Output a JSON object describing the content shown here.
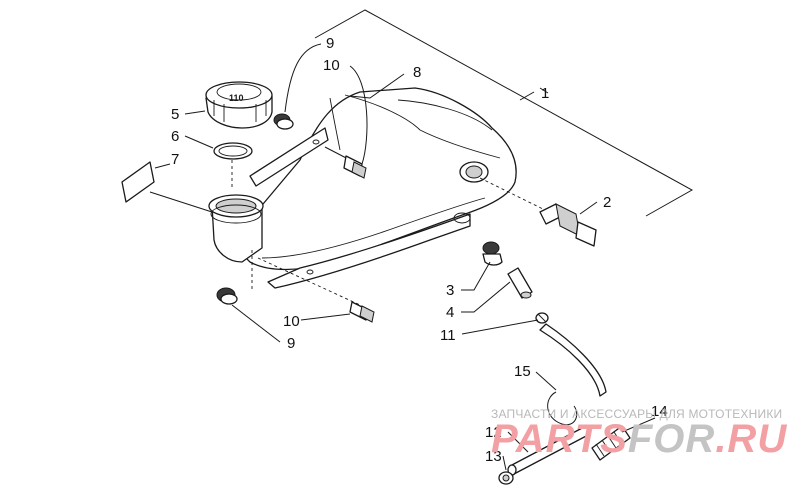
{
  "callouts": [
    {
      "id": "c1",
      "label": "1"
    },
    {
      "id": "c2",
      "label": "2"
    },
    {
      "id": "c3",
      "label": "3"
    },
    {
      "id": "c4",
      "label": "4"
    },
    {
      "id": "c5",
      "label": "5"
    },
    {
      "id": "c6",
      "label": "6"
    },
    {
      "id": "c7",
      "label": "7"
    },
    {
      "id": "c8",
      "label": "8"
    },
    {
      "id": "c9a",
      "label": "9"
    },
    {
      "id": "c9b",
      "label": "9"
    },
    {
      "id": "c10a",
      "label": "10"
    },
    {
      "id": "c10b",
      "label": "10"
    },
    {
      "id": "c11",
      "label": "11"
    },
    {
      "id": "c12",
      "label": "12"
    },
    {
      "id": "c13",
      "label": "13"
    },
    {
      "id": "c14",
      "label": "14"
    },
    {
      "id": "c15",
      "label": "15"
    }
  ],
  "cap_marking": "110",
  "watermark": {
    "tagline": "ЗАПЧАСТИ И АКСЕССУАРЫ ДЛЯ МОТОТЕХНИКИ",
    "logo_part1": "PARTS",
    "logo_part2": "FOR",
    "logo_part3": ".RU",
    "colors": {
      "red": "#f2a0a4",
      "grey": "#c4c4c4"
    }
  }
}
